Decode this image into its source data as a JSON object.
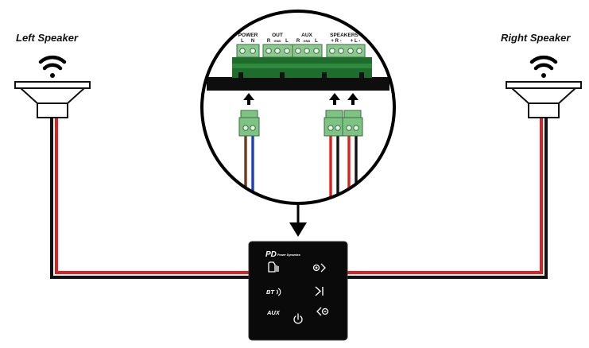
{
  "labels": {
    "left_speaker": "Left Speaker",
    "right_speaker": "Right Speaker"
  },
  "terminals": [
    {
      "name": "POWER",
      "pins": [
        "L",
        "N"
      ]
    },
    {
      "name": "OUT",
      "pins": [
        "R",
        "GND",
        "L"
      ]
    },
    {
      "name": "AUX",
      "pins": [
        "R",
        "GND",
        "L"
      ]
    },
    {
      "name": "SPEAKERS",
      "pins": [
        "+ R -",
        "+ L -"
      ]
    }
  ],
  "panel": {
    "brand_logo": "PD",
    "brand_text": "Power Dynamics",
    "buttons": [
      {
        "icon": "input-source-icon"
      },
      {
        "icon": "volume-up-icon"
      },
      {
        "icon": "bluetooth-icon",
        "label": "BT"
      },
      {
        "icon": "play-pause-icon"
      },
      {
        "icon": "aux-icon",
        "label": "AUX"
      },
      {
        "icon": "power-icon"
      },
      {
        "icon": "volume-down-icon"
      }
    ]
  },
  "colors": {
    "speaker_wire_positive": "#e0201f",
    "speaker_wire_negative": "#111111",
    "power_wire_live": "#6b3a1a",
    "power_wire_neutral": "#2140b0",
    "connector_green": "#7dc383",
    "terminal_green": "#8bc98f",
    "panel_black": "#0a0a0a"
  }
}
